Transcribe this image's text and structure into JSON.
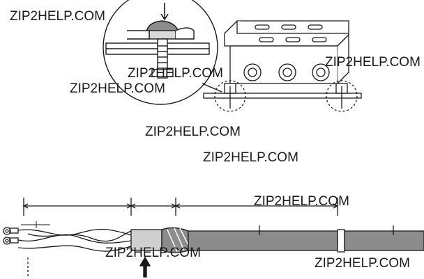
{
  "watermarks": [
    "ZIP2HELP.COM",
    "ZIP2HELP.COM",
    "ZIP2HELP.COM",
    "ZIP2HELP.COM",
    "ZIP2HELP.COM",
    "ZIP2HELP.COM",
    "ZIP2HELP.COM",
    "ZIP2HELP.COM",
    "ZIP2HELP.COM"
  ],
  "colors": {
    "line": "#1a1a1a",
    "cable_sheath": "#8c8c8c",
    "shield_sleeve": "#cfcfcf",
    "background": "#ffffff"
  },
  "icons": [
    "arrow-up-icon",
    "arrow-down-icon",
    "ring-terminal-icon"
  ]
}
